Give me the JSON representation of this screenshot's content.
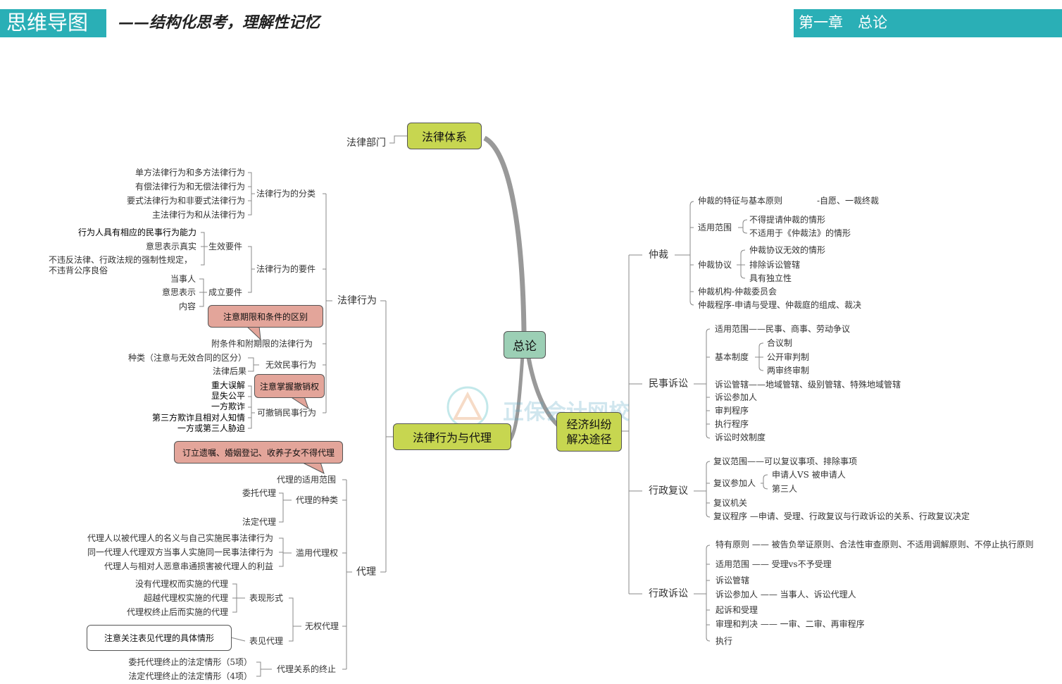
{
  "header": {
    "title": "思维导图",
    "subtitle": "——结构化思考，理解性记忆",
    "chapter": "第一章　总论"
  },
  "watermark": "正保会计网校",
  "center": "总论",
  "branches": {
    "legal_system": {
      "label": "法律体系",
      "child": "法律部门"
    },
    "dispute": {
      "label_line1": "经济纠纷",
      "label_line2": "解决途径"
    },
    "legal_act_agency": {
      "label": "法律行为与代理"
    }
  },
  "legal_act": {
    "label": "法律行为",
    "classification": {
      "label": "法律行为的分类",
      "items": [
        "单方法律行为和多方法律行为",
        "有偿法律行为和无偿法律行为",
        "要式法律行为和非要式法律行为",
        "主法律行为和从法律行为"
      ]
    },
    "requirements": {
      "label": "法律行为的要件",
      "effective": {
        "label": "生效要件",
        "items": [
          "行为人具有相应的民事行为能力",
          "意思表示真实",
          "不违反法律、行政法规的强制性规定，",
          "不违背公序良俗"
        ]
      },
      "formation": {
        "label": "成立要件",
        "items": [
          "当事人",
          "意思表示",
          "内容"
        ]
      }
    },
    "note_condition": "注意期限和条件的区别",
    "conditional": "附条件和附期限的法律行为",
    "invalid": {
      "label": "无效民事行为",
      "items": [
        "种类（注意与无效合同的区分）",
        "法律后果"
      ]
    },
    "note_revocation": "注意掌握撤销权",
    "revocable": {
      "label": "可撤销民事行为",
      "items": [
        "重大误解",
        "显失公平",
        "一方欺诈",
        "第三方欺诈且相对人知情",
        "一方或第三人胁迫"
      ]
    }
  },
  "agency": {
    "label": "代理",
    "note_scope": "订立遗嘱、婚姻登记、收养子女不得代理",
    "scope": "代理的适用范围",
    "types": {
      "label": "代理的种类",
      "items": [
        "委托代理",
        "法定代理"
      ]
    },
    "abuse": {
      "label": "滥用代理权",
      "items": [
        "代理人以被代理人的名义与自己实施民事法律行为",
        "同一代理人代理双方当事人实施同一民事法律行为",
        "代理人与相对人恶意串通损害被代理人的利益"
      ]
    },
    "unauthorized": {
      "label": "无权代理",
      "forms": {
        "label": "表现形式",
        "items": [
          "没有代理权而实施的代理",
          "超越代理权实施的代理",
          "代理权终止后而实施的代理"
        ]
      },
      "apparent": "表见代理",
      "note_apparent": "注意关注表见代理的具体情形"
    },
    "termination": {
      "label": "代理关系的终止",
      "items": [
        "委托代理终止的法定情形（5项）",
        "法定代理终止的法定情形（4项）"
      ]
    }
  },
  "arbitration": {
    "label": "仲裁",
    "features": "仲裁的特征与基本原则",
    "features_detail": "-自愿、一裁终裁",
    "scope": {
      "label": "适用范围",
      "items": [
        "不得提请仲裁的情形",
        "不适用于《仲裁法》的情形"
      ]
    },
    "agreement": {
      "label": "仲裁协议",
      "items": [
        "仲裁协议无效的情形",
        "排除诉讼管辖",
        "具有独立性"
      ]
    },
    "institution": "仲裁机构-仲裁委员会",
    "procedure": "仲裁程序-申请与受理、仲裁庭的组成、裁决"
  },
  "civil_litigation": {
    "label": "民事诉讼",
    "scope": "适用范围——民事、商事、劳动争议",
    "system": {
      "label": "基本制度",
      "items": [
        "合议制",
        "公开审判制",
        "两审终审制"
      ]
    },
    "jurisdiction": "诉讼管辖——地域管辖、级别管辖、特殊地域管辖",
    "participants": "诉讼参加人",
    "trial": "审判程序",
    "execution": "执行程序",
    "limitation": "诉讼时效制度"
  },
  "admin_review": {
    "label": "行政复议",
    "scope": "复议范围——可以复议事项、排除事项",
    "participants": {
      "label": "复议参加人",
      "items": [
        "申请人VS 被申请人",
        "第三人"
      ]
    },
    "organ": "复议机关",
    "procedure": "复议程序 —申请、受理、行政复议与行政诉讼的关系、行政复议决定"
  },
  "admin_litigation": {
    "label": "行政诉讼",
    "principles": "特有原则 —— 被告负举证原则、合法性审查原则、不适用调解原则、不停止执行原则",
    "scope": "适用范围 —— 受理vs不予受理",
    "jurisdiction": "诉讼管辖",
    "participants": "诉讼参加人 —— 当事人、诉讼代理人",
    "filing": "起诉和受理",
    "trial": "审理和判决 —— 一审、二审、再审程序",
    "execution": "执行"
  },
  "colors": {
    "header": "#2aafb6",
    "green_node": "#c7d650",
    "center_node": "#9ccfb5",
    "callout": "#e3a59a",
    "branch": "#9b9b9b"
  }
}
